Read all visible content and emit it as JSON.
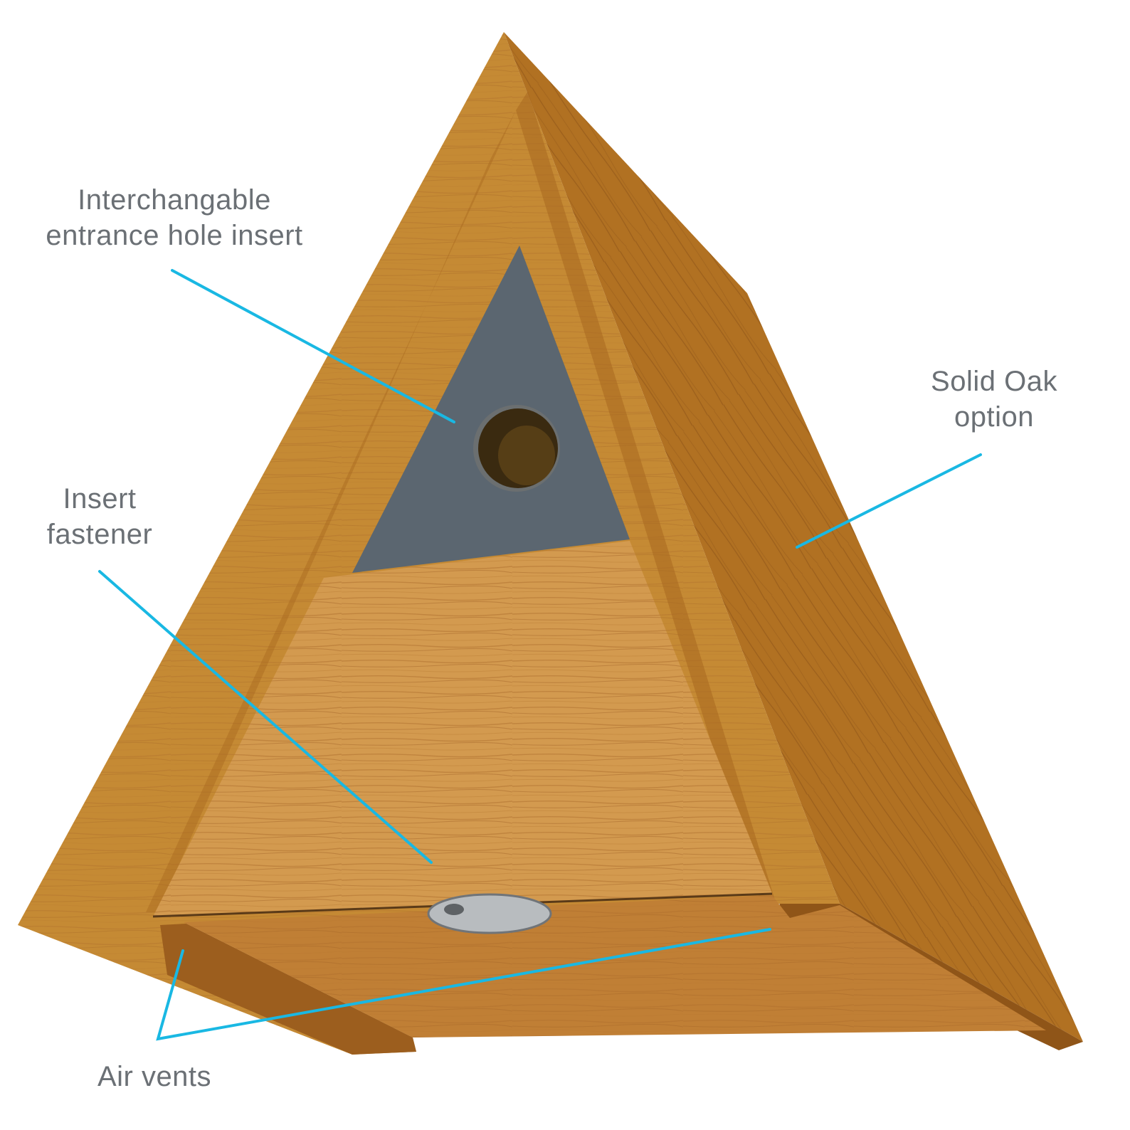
{
  "colors": {
    "label_text": "#6b7075",
    "leader_line": "#19b8e3",
    "oak_frame": "#c58a34",
    "oak_side": "#b17122",
    "oak_dark": "#8f5518",
    "oak_panel": "#d39a4f",
    "slate_insert": "#5b6670",
    "hole": "#3a2a10",
    "fastener": "#b8bcbf"
  },
  "labels": {
    "entrance_insert": {
      "line1": "Interchangable",
      "line2": "entrance hole insert"
    },
    "insert_fastener": {
      "line1": "Insert",
      "line2": "fastener"
    },
    "solid_oak": {
      "line1": "Solid Oak",
      "line2": "option"
    },
    "air_vents": {
      "line1": "Air vents"
    }
  }
}
